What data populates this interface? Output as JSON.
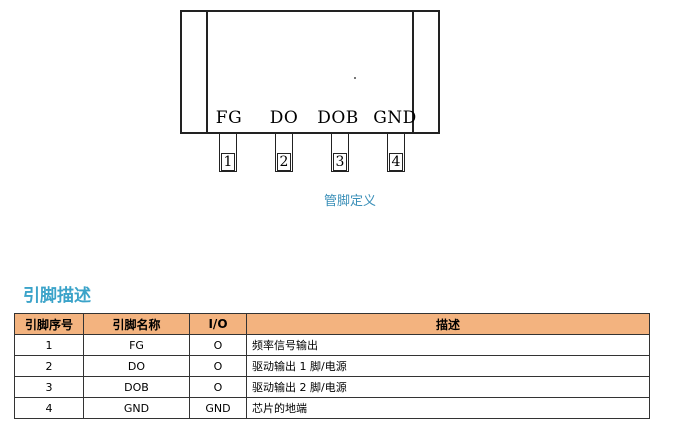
{
  "diagram": {
    "pins": [
      {
        "name": "FG",
        "number": "1"
      },
      {
        "name": "DO",
        "number": "2"
      },
      {
        "name": "DOB",
        "number": "3"
      },
      {
        "name": "GND",
        "number": "4"
      }
    ],
    "caption": "管脚定义"
  },
  "section": {
    "title": "引脚描述"
  },
  "table": {
    "headers": [
      "引脚序号",
      "引脚名称",
      "I/O",
      "描述"
    ],
    "rows": [
      [
        "1",
        "FG",
        "O",
        "频率信号输出"
      ],
      [
        "2",
        "DO",
        "O",
        "驱动输出 1 脚/电源"
      ],
      [
        "3",
        "DOB",
        "O",
        "驱动输出 2 脚/电源"
      ],
      [
        "4",
        "GND",
        "GND",
        "芯片的地端"
      ]
    ]
  },
  "colors": {
    "header_fill": "#f3b37f",
    "accent": "#3ba3c9",
    "caption": "#3a8fb8"
  }
}
